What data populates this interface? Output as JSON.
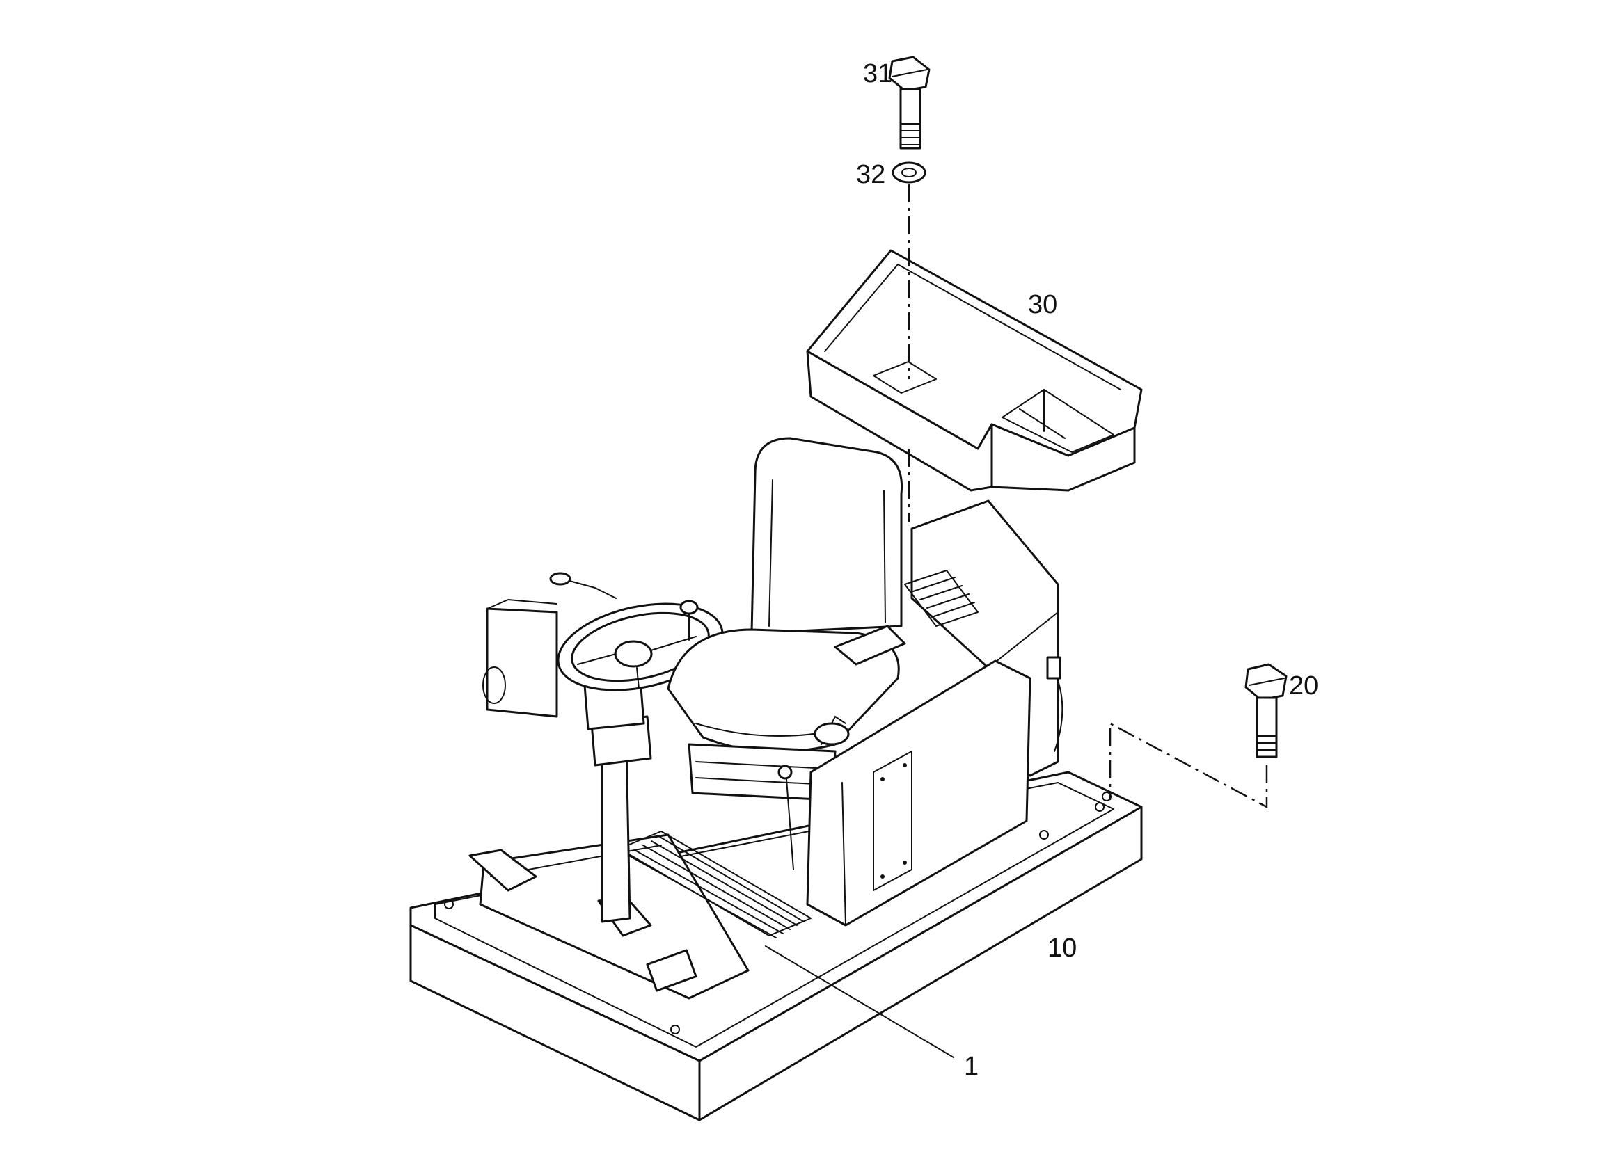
{
  "callouts": {
    "c1": "1",
    "c10": "10",
    "c20": "20",
    "c30": "30",
    "c31": "31",
    "c32": "32"
  },
  "colors": {
    "ink": "#111111",
    "background": "#ffffff"
  }
}
